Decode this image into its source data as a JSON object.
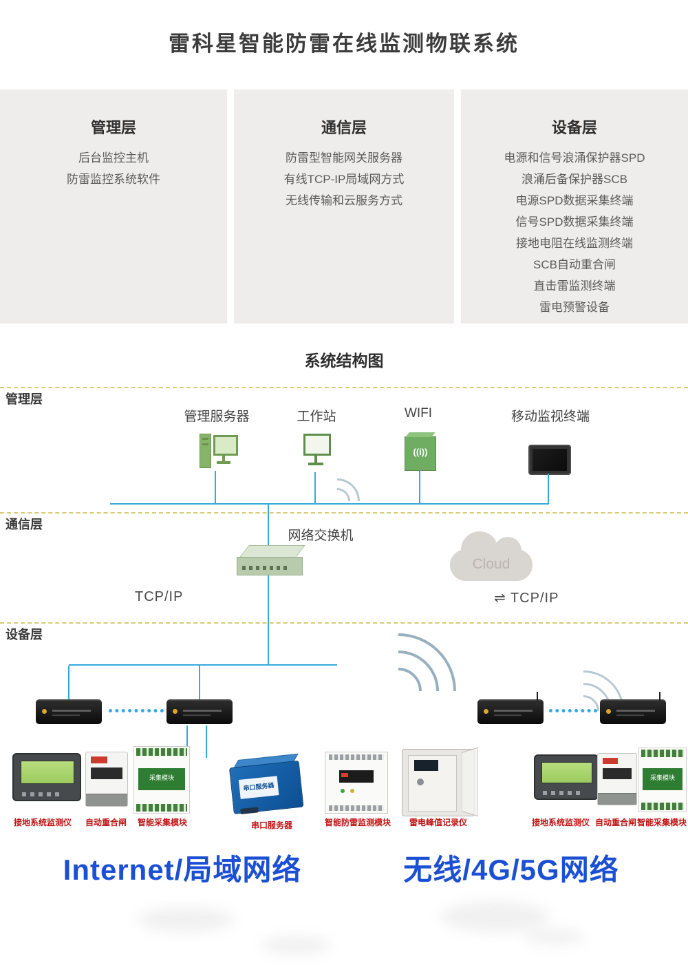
{
  "header": {
    "title": "雷科星智能防雷在线监测物联系统"
  },
  "layers_panels": [
    {
      "heading": "管理层",
      "items": [
        "后台监控主机",
        "防雷监控系统软件"
      ]
    },
    {
      "heading": "通信层",
      "items": [
        "防雷型智能网关服务器",
        "有线TCP-IP局域网方式",
        "无线传输和云服务方式"
      ]
    },
    {
      "heading": "设备层",
      "items": [
        "电源和信号浪涌保护器SPD",
        "浪涌后备保护器SCB",
        "电源SPD数据采集终端",
        "信号SPD数据采集终端",
        "接地电阻在线监测终端",
        "SCB自动重合闸",
        "直击雷监测终端",
        "雷电预警设备"
      ]
    }
  ],
  "diagram": {
    "title": "系统结构图",
    "layer_labels": {
      "management": "管理层",
      "communication": "通信层",
      "device": "设备层"
    },
    "nodes": {
      "management_server": "管理服务器",
      "workstation": "工作站",
      "wifi": "WIFI",
      "wifi_glyph": "((i))",
      "mobile_terminal": "移动监视终端",
      "network_switch": "网络交换机",
      "cloud": "Cloud",
      "tcpip_left": "TCP/IP",
      "tcpip_right": "⇌ TCP/IP"
    },
    "device_labels": {
      "ground_monitor_left": "接地系统监测仪",
      "recloser_left": "自动重合闸",
      "collector_left": "智能采集模块",
      "serial_server": "串口服务器",
      "spd_monitor": "智能防雷监测模块",
      "peak_recorder": "雷电峰值记录仪",
      "ground_monitor_right": "接地系统监测仪",
      "recloser_right": "自动重合闸",
      "collector_right": "智能采集模块"
    },
    "badges": {
      "collector": "采集模块",
      "serial": "串口服务器"
    },
    "networks": {
      "wired": "Internet/局域网络",
      "wireless": "无线/4G/5G网络"
    }
  },
  "colors": {
    "line_blue": "#35a8dd",
    "dashed_yellow": "#d8ca6f",
    "panel_gray": "#efedec",
    "caption_red": "#c01414",
    "network_blue": "#1b4fd4",
    "device_green": "#6fae62"
  }
}
